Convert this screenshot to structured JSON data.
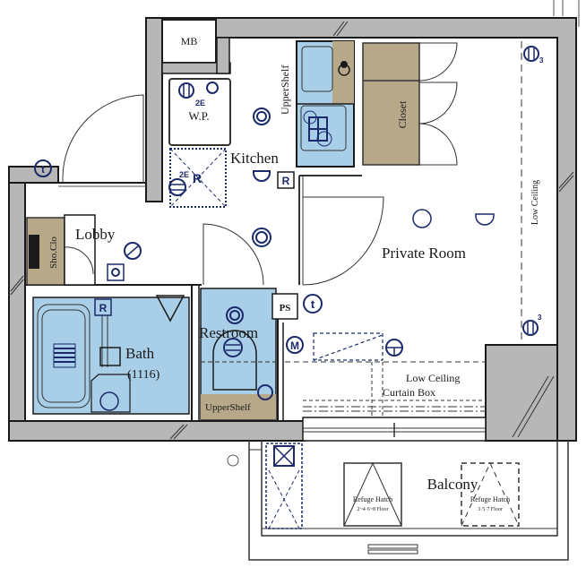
{
  "colors": {
    "wall_fill": "#b7b7b7",
    "wall_line": "#1a1a1a",
    "wet_area": "#a9cfe8",
    "storage": "#b8a88a",
    "symbol": "#1c2a6b",
    "floor": "#ffffff"
  },
  "rooms": {
    "mb": "MB",
    "wp": "W.P.",
    "wp_tag": "2E",
    "fridge_tag": "2E",
    "fridge": "R",
    "kitchen": "Kitchen",
    "kitchen_r": "R",
    "upper_shelf_kitchen": "UpperShelf",
    "closet": "Closet",
    "private_room": "Private Room",
    "low_ceiling_side": "Low Ceiling",
    "lobby": "Lobby",
    "shoe_closet": "Sho.Clo",
    "bath": "Bath",
    "bath_size": "(1116)",
    "bath_r": "R",
    "restroom": "Restroom",
    "upper_shelf_restroom": "UpperShelf",
    "ps": "PS",
    "low_ceiling_bottom": "Low Ceiling",
    "curtain_box": "Curtain Box",
    "balcony": "Balcony",
    "refuge_hatch_1": "Refuge Hatch",
    "refuge_hatch_1_floors": "2~4·6~8 Floor",
    "refuge_hatch_2": "Refuge Hatch",
    "refuge_hatch_2_floors": "3·5·7 Floor"
  },
  "symbols": {
    "tel": "t",
    "tel2": "t",
    "multimedia": "M",
    "outlet_count_3": "3",
    "outlet_count_3b": "3"
  }
}
